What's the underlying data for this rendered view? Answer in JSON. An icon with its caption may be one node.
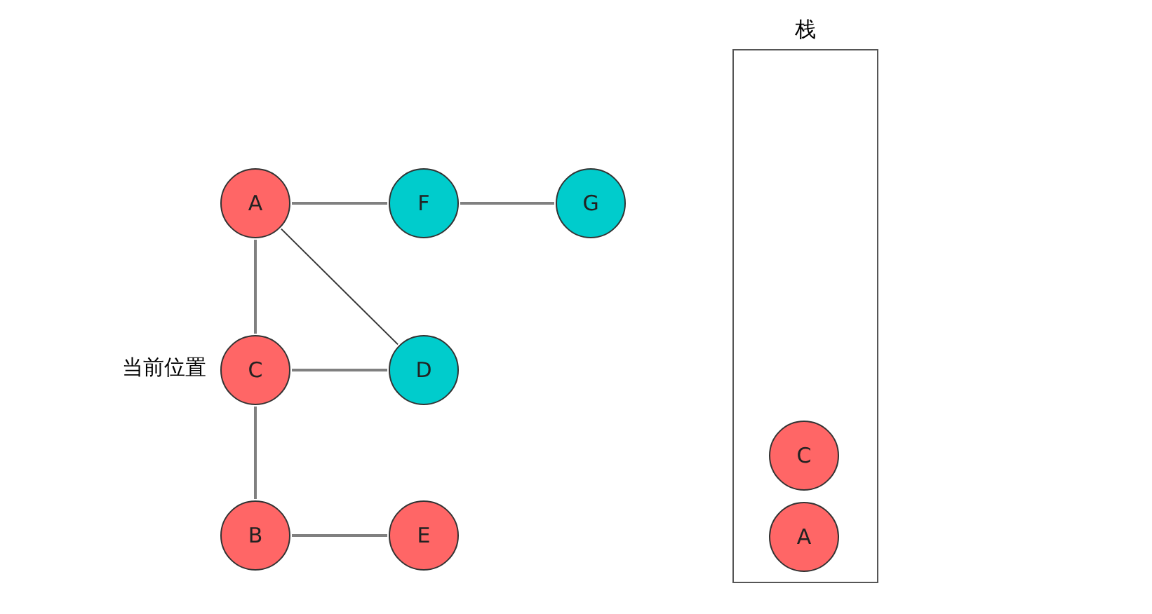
{
  "diagram": {
    "nodes": [
      {
        "text": [
          "A"
        ]
      },
      {
        "text": [
          "F"
        ]
      },
      {
        "text": [
          "G"
        ]
      },
      {
        "text": [
          "C"
        ],
        "beside": [
          "当前位置"
        ]
      },
      {
        "text": [
          "D"
        ]
      },
      {
        "text": [
          "B"
        ]
      },
      {
        "text": [
          "E"
        ]
      },
      {
        "text": [
          "栈"
        ]
      },
      {
        "text": [
          "C"
        ],
        "in": 7
      },
      {
        "text": [
          "A"
        ],
        "in": 7
      }
    ],
    "edges": [
      {
        "from": 0,
        "to": 1,
        "arrow": "none"
      },
      {
        "from": 1,
        "to": 2,
        "arrow": "none"
      },
      {
        "from": 0,
        "to": 3,
        "arrow": "none"
      },
      {
        "from": 0,
        "to": 4,
        "arrow": "none",
        "color": "#333333"
      },
      {
        "from": 3,
        "to": 4,
        "arrow": "none"
      },
      {
        "from": 3,
        "to": 5,
        "arrow": "none"
      },
      {
        "from": 5,
        "to": 6,
        "arrow": "none"
      }
    ]
  }
}
